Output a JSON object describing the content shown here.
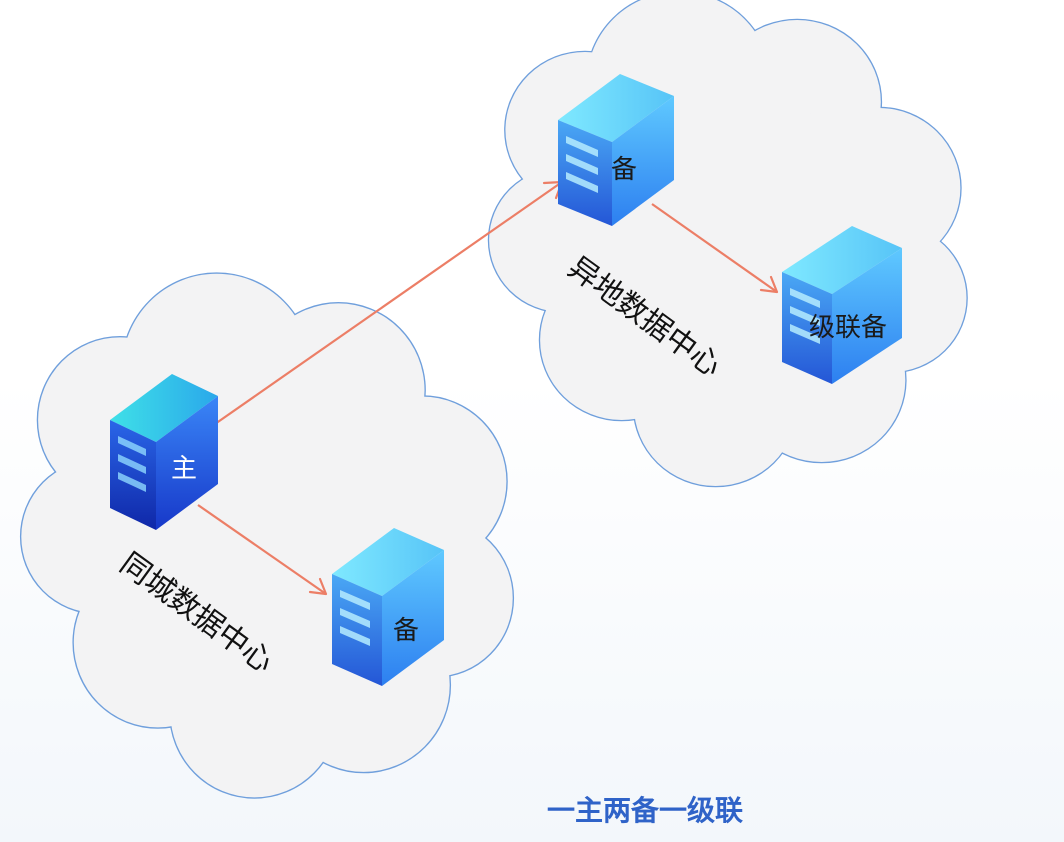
{
  "diagram": {
    "caption": "一主两备一级联",
    "datacenters": [
      {
        "id": "local",
        "label": "同城数据中心"
      },
      {
        "id": "remote",
        "label": "异地数据中心"
      }
    ],
    "nodes": [
      {
        "id": "primary",
        "label": "主",
        "role": "primary",
        "datacenter": "local"
      },
      {
        "id": "standby-local",
        "label": "备",
        "role": "standby",
        "datacenter": "local"
      },
      {
        "id": "standby-remote",
        "label": "备",
        "role": "standby",
        "datacenter": "remote"
      },
      {
        "id": "cascade-standby",
        "label": "级联备",
        "role": "cascade",
        "datacenter": "remote"
      }
    ],
    "edges": [
      {
        "from": "primary",
        "to": "standby-remote"
      },
      {
        "from": "primary",
        "to": "standby-local"
      },
      {
        "from": "standby-remote",
        "to": "cascade-standby"
      }
    ],
    "colors": {
      "arrow": "#ec7e66",
      "cloud_fill": "#f3f3f4",
      "cloud_stroke": "#6f9fdc",
      "primary_server": "#1d4fd8",
      "standby_server": "#36a6f0",
      "caption": "#2f63c8"
    }
  }
}
